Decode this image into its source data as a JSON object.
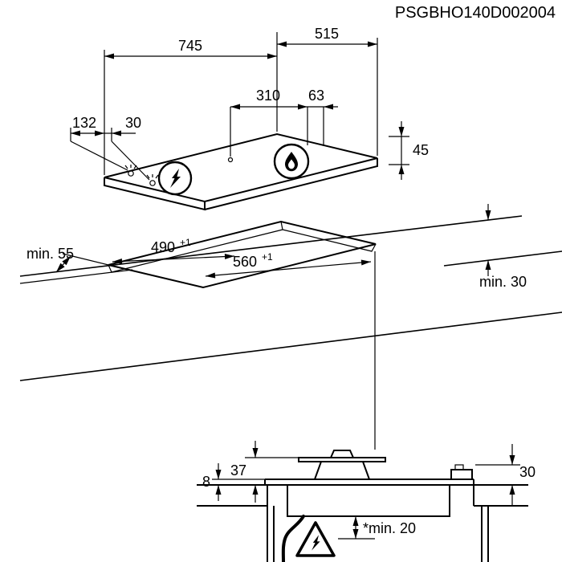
{
  "title": "PSGBHO140D002004",
  "colors": {
    "line": "#000000",
    "background": "#ffffff"
  },
  "top_view": {
    "total_width": "745",
    "total_depth": "515",
    "burner_center_spacing": "310",
    "burner_to_edge": "63",
    "control_left_offset": "132",
    "control_spacing": "30",
    "built_in_depth": "45"
  },
  "cutout_view": {
    "cutout_depth": "490",
    "cutout_depth_tol": "+1",
    "cutout_width": "560",
    "cutout_width_tol": "+1",
    "min_front": "min. 55",
    "min_rear": "min. 30"
  },
  "section_view": {
    "height_above_worktop": "37",
    "glass_height": "8",
    "box_height": "30",
    "min_clearance_below": "*min. 20"
  },
  "icons": {
    "gas": "flame-icon",
    "electric": "lightning-icon",
    "hazard": "warning-lightning-icon",
    "igniter": "spark-icon"
  }
}
